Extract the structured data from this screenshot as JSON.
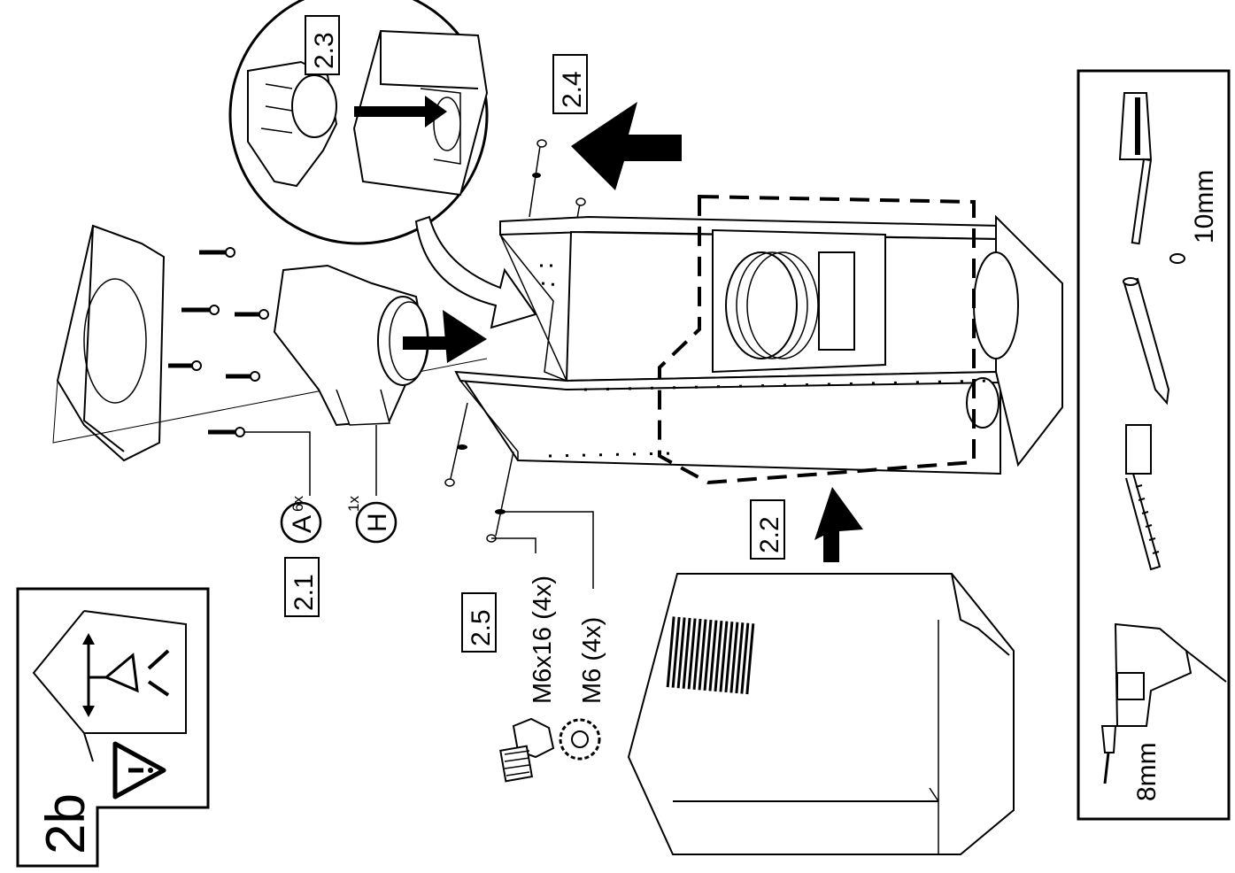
{
  "figure": {
    "panel_label": "2b",
    "steps": {
      "s21": "2.1",
      "s22": "2.2",
      "s23": "2.3",
      "s24": "2.4",
      "s25": "2.5"
    },
    "parts": {
      "a_letter": "A",
      "a_qty": "6x",
      "h_letter": "H",
      "h_qty": "1x"
    },
    "fasteners": {
      "bolt": "M6x16 (4x)",
      "washer": "M6 (4x)"
    },
    "tools": {
      "screwdriver_size": "10mm",
      "drill_size": "8mm"
    },
    "icons": [
      "warning-triangle-icon",
      "house-symbol-icon",
      "arrow-icon",
      "screwdriver-icon",
      "pencil-icon",
      "tape-measure-icon",
      "drill-icon",
      "bolt-icon",
      "lock-washer-icon"
    ]
  }
}
